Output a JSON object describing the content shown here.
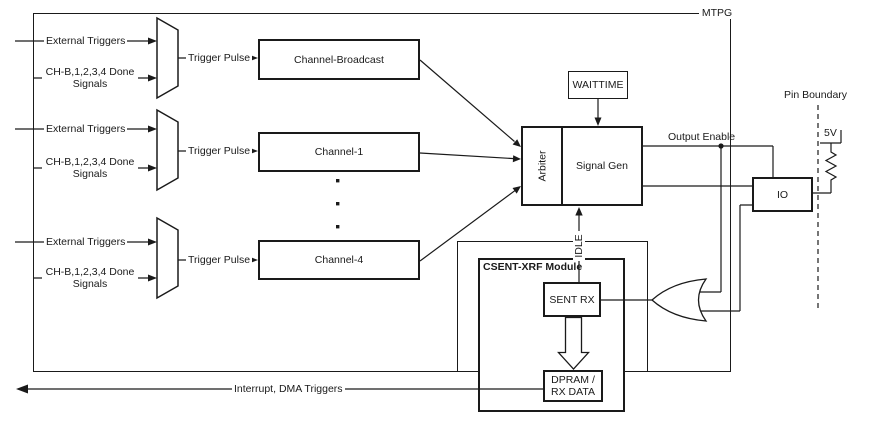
{
  "labels": {
    "title": "MTPG",
    "pin_boundary": "Pin Boundary",
    "supply": "5V"
  },
  "trigger_groups": [
    {
      "input1": "External Triggers",
      "input2_line1": "CH-B,1,2,3,4 Done",
      "input2_line2": "Signals",
      "pulse_label": "Trigger Pulse",
      "channel": "Channel-Broadcast"
    },
    {
      "input1": "External Triggers",
      "input2_line1": "CH-B,1,2,3,4 Done",
      "input2_line2": "Signals",
      "pulse_label": "Trigger Pulse",
      "channel": "Channel-1"
    },
    {
      "input1": "External Triggers",
      "input2_line1": "CH-B,1,2,3,4 Done",
      "input2_line2": "Signals",
      "pulse_label": "Trigger Pulse",
      "channel": "Channel-4"
    }
  ],
  "blocks": {
    "arbiter": "Arbiter",
    "signal_gen": "Signal Gen",
    "waittime": "WAITTIME",
    "io": "IO",
    "csent_module": "CSENT-XRF Module",
    "sent_rx": "SENT RX",
    "dpram_line1": "DPRAM /",
    "dpram_line2": "RX DATA"
  },
  "signals": {
    "output_enable": "Output Enable",
    "idle": "IDLE",
    "interrupt": "Interrupt, DMA Triggers"
  },
  "colors": {
    "line": "#1a1a1a",
    "background": "#ffffff"
  }
}
